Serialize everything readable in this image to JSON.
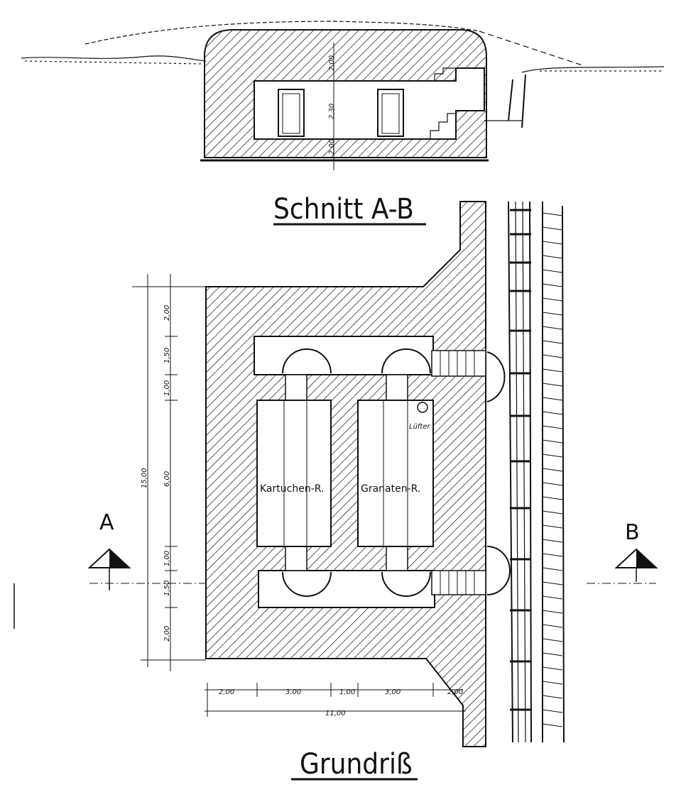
{
  "section": {
    "title": "Schnitt A-B",
    "dims": {
      "upper": "2,00",
      "middle": "2,30",
      "lower": "2,00"
    }
  },
  "plan": {
    "title": "Grundriß",
    "rooms": {
      "left": "Kartuchen-R.",
      "right": "Granaten-R.",
      "vent": "Lüfter"
    },
    "section_marks": {
      "a": "A",
      "b": "B"
    },
    "vertical_dims": {
      "total": "15,00",
      "segments": [
        "2,00",
        "1,50",
        "1,00",
        "6,00",
        "1,00",
        "1,50",
        "2,00"
      ]
    },
    "horizontal_dims": {
      "segments": [
        "2,00",
        "3,00",
        "1,00",
        "3,00",
        "2,00"
      ],
      "total": "11,00"
    }
  }
}
